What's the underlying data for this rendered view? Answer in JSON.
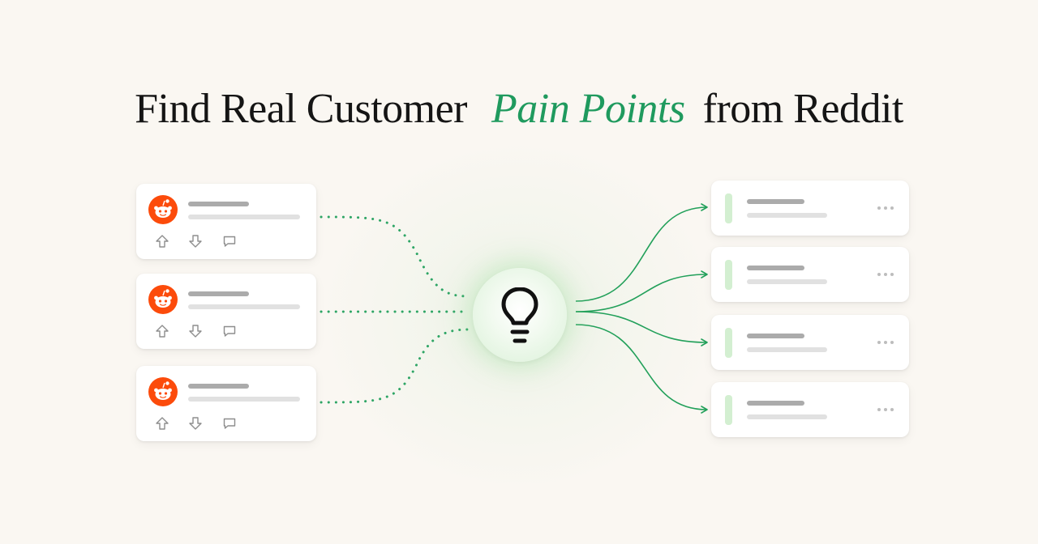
{
  "headline": {
    "before": "Find Real Customer",
    "accent": "Pain Points",
    "after": "from Reddit"
  },
  "colors": {
    "background": "#faf7f2",
    "accent": "#1f9a5e",
    "reddit_orange": "#fc4b0b",
    "hub_glow": "#daf1d8"
  },
  "icons": {
    "post_avatar": "reddit-logo",
    "post_actions": [
      "upvote-arrow",
      "downvote-arrow",
      "comment-bubble"
    ],
    "hub": "lightbulb",
    "pain_point_menu": "more-dots"
  }
}
